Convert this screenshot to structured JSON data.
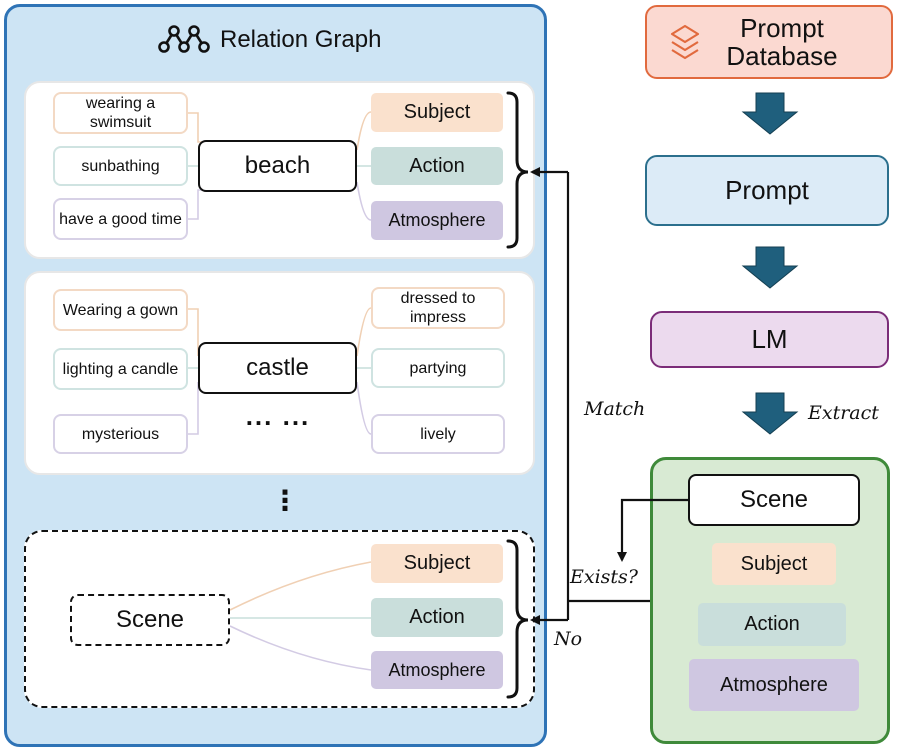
{
  "relation_graph": {
    "title": "Relation Graph",
    "icon": "graph-nodes-icon",
    "vertical_ellipsis": "⋮",
    "cards": [
      {
        "center": "beach",
        "left_nodes": [
          "wearing a swimsuit",
          "sunbathing",
          "have a good time"
        ],
        "right_tags": [
          "Subject",
          "Action",
          "Atmosphere"
        ]
      },
      {
        "center": "castle",
        "left_nodes": [
          "Wearing a gown",
          "lighting a candle",
          "mysterious"
        ],
        "right_nodes": [
          "dressed to impress",
          "partying",
          "lively"
        ],
        "ellipsis": "... ..."
      }
    ],
    "new_card": {
      "center": "Scene",
      "right_tags": [
        "Subject",
        "Action",
        "Atmosphere"
      ]
    }
  },
  "flow": {
    "database": "Prompt Database",
    "database_icon": "layers-icon",
    "prompt": "Prompt",
    "lm": "LM",
    "extract_label": "Extract",
    "extracted": {
      "scene": "Scene",
      "tags": [
        "Subject",
        "Action",
        "Atmosphere"
      ]
    },
    "match_label": "Match",
    "exists_label": "Exists?",
    "no_label": "No"
  },
  "colors": {
    "panel_blue": "#cde4f4",
    "subject": "#fae1cd",
    "action": "#c9dedb",
    "atmosphere": "#cfc7e1",
    "arrow": "#1f5f7d"
  }
}
